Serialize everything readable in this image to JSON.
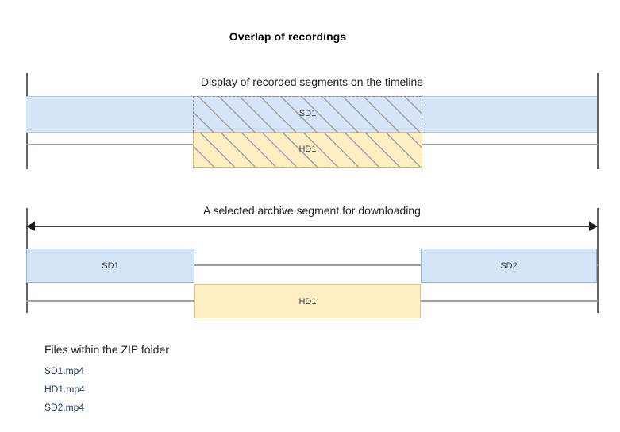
{
  "title": "Overlap of recordings",
  "diagram_top": {
    "caption": "Display of recorded segments on the timeline",
    "segments": [
      {
        "id": "sd1",
        "label": "SD1",
        "track": "upper",
        "color": "#d6e4f7"
      },
      {
        "id": "hd1",
        "label": "HD1",
        "track": "lower",
        "color": "#fdeec4"
      }
    ],
    "overlap_note": "hatched region marks overlapping recordings"
  },
  "diagram_bottom": {
    "caption": "A selected archive segment for downloading",
    "segments": [
      {
        "id": "sd1",
        "label": "SD1",
        "track": "upper",
        "color": "#d6e4f7"
      },
      {
        "id": "sd2",
        "label": "SD2",
        "track": "upper",
        "color": "#d6e4f7"
      },
      {
        "id": "hd1",
        "label": "HD1",
        "track": "lower",
        "color": "#fdeec4"
      }
    ]
  },
  "files": {
    "heading": "Files within the ZIP folder",
    "items": [
      "SD1.mp4",
      "HD1.mp4",
      "SD2.mp4"
    ]
  },
  "colors": {
    "blue_fill": "#d6e4f7",
    "blue_border": "#a8c4e8",
    "yellow_fill": "#fdeec4",
    "yellow_border": "#e5c66a",
    "rule": "#9aa0a6",
    "tick": "#5f6368",
    "file_text": "#1f3864"
  }
}
